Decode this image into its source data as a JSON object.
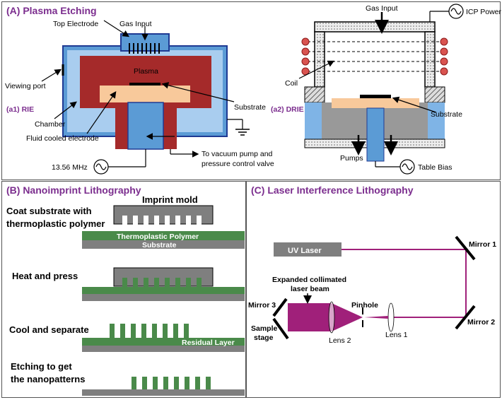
{
  "panels": {
    "a": {
      "title": "(A) Plasma Etching",
      "rie": {
        "tag": "(a1) RIE",
        "top_electrode": "Top Electrode",
        "gas_input": "Gas Input",
        "plasma": "Plasma",
        "viewing_port": "Viewing port",
        "substrate": "Substrate",
        "chamber": "Chamber",
        "fluid_cooled_electrode": "Fluid cooled electrode",
        "rf_source": "13.56 MHz",
        "vacuum_line1": "To vacuum pump and",
        "vacuum_line2": "pressure control valve"
      },
      "drie": {
        "tag": "(a2) DRIE",
        "gas_input": "Gas Input",
        "icp_power": "ICP Power",
        "coil": "Coil",
        "substrate": "Substrate",
        "pumps": "Pumps",
        "table_bias": "Table Bias"
      }
    },
    "b": {
      "title": "(B) Nanoimprint Lithography",
      "imprint_mold": "Imprint mold",
      "step1_line1": "Coat substrate with",
      "step1_line2": "thermoplastic polymer",
      "polymer_label": "Thermoplastic Polymer",
      "substrate_label": "Substrate",
      "step2": "Heat and press",
      "step3": "Cool and separate",
      "residual_layer": "Residual Layer",
      "step4_line1": "Etching to get",
      "step4_line2": "the nanopatterns"
    },
    "c": {
      "title": "(C) Laser Interference Lithography",
      "uv_laser": "UV Laser",
      "mirror1": "Mirror 1",
      "mirror2": "Mirror 2",
      "mirror3": "Mirror 3",
      "beam_line1": "Expanded collimated",
      "beam_line2": "laser beam",
      "pinhole": "Pinhole",
      "lens1": "Lens 1",
      "lens2": "Lens 2",
      "stage_line1": "Sample",
      "stage_line2": "stage"
    }
  },
  "colors": {
    "title": "#7b2d8e",
    "chamber_blue": "#5b9bd5",
    "chamber_light": "#b4d3f0",
    "plasma_red": "#a52a2a",
    "substrate_peach": "#f8c99b",
    "polymer_green": "#4a8a4a",
    "substrate_gray": "#7f7f7f",
    "beam_purple": "#a0207a",
    "coil_red": "#d9534f"
  }
}
